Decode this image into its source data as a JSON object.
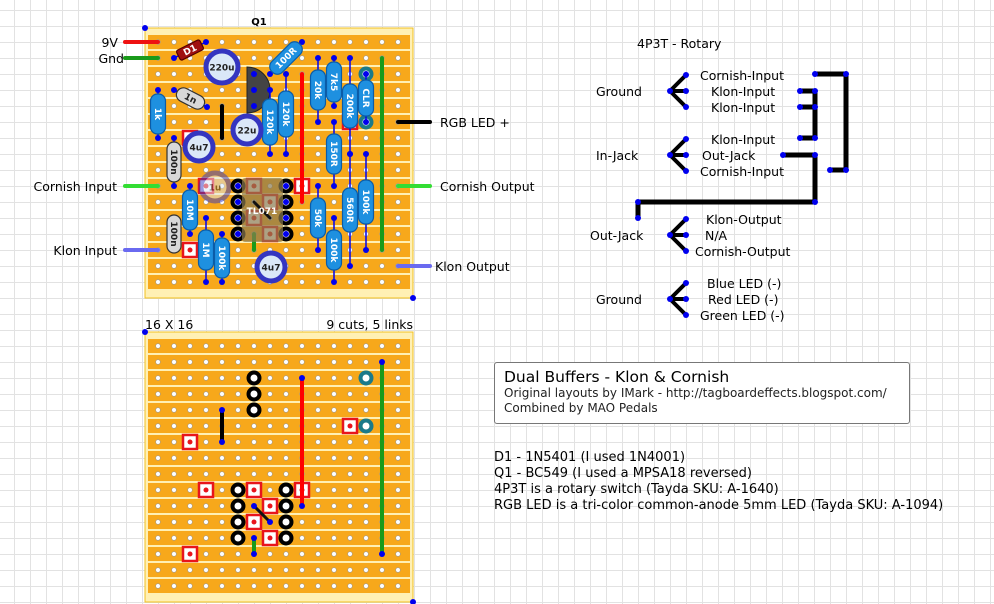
{
  "board_top": {
    "title": "Q1",
    "off_board_labels": {
      "nine_v": "9V",
      "gnd": "Gnd",
      "cornish_input": "Cornish Input",
      "klon_input": "Klon Input",
      "rgb_led_plus": "RGB LED +",
      "cornish_output": "Cornish Output",
      "klon_output": "Klon Output"
    },
    "components": {
      "d1": "D1",
      "c_220u": "220u",
      "r_100R": "100R",
      "c_1n": "1n",
      "r_1k": "1k",
      "c_22u": "22u",
      "r_120k_a": "120k",
      "r_120k_b": "120k",
      "r_20k": "20k",
      "r_7k5": "7k5",
      "r_200k": "200k",
      "led": "CLR",
      "c_4u7_a": "4u7",
      "c_100n_a": "100n",
      "r_150R": "150R",
      "c_1u": "1u",
      "ic": "TL071",
      "r_10M": "10M",
      "c_100n_b": "100n",
      "r_1M": "1M",
      "r_100k_a": "100k",
      "c_4u7_b": "4u7",
      "r_50k": "50k",
      "r_100k_b": "100k",
      "r_560R": "560R",
      "r_100k_c": "100k"
    }
  },
  "board_bottom": {
    "size_label": "16 X 16",
    "summary": "9 cuts, 5 links"
  },
  "colors": {
    "strip": "#F7A81B",
    "board": "#FFF0B4",
    "resistor": "#1E90E0",
    "cut": "#E8141C",
    "link_red": "#FF0000",
    "link_green": "#1A9A1A",
    "wire_blue": "#6A6AF0"
  },
  "rotary": {
    "title": "4P3T - Rotary",
    "groups": [
      {
        "common": "Ground",
        "positions": [
          "Cornish-Input",
          "Klon-Input",
          "Klon-Input"
        ]
      },
      {
        "common": "In-Jack",
        "positions": [
          "Klon-Input",
          "Out-Jack",
          "Cornish-Input"
        ]
      },
      {
        "common": "Out-Jack",
        "positions": [
          "Klon-Output",
          "N/A",
          "Cornish-Output"
        ]
      },
      {
        "common": "Ground",
        "positions": [
          "Blue LED (-)",
          "Red LED (-)",
          "Green LED (-)"
        ]
      }
    ]
  },
  "info": {
    "title": "Dual Buffers - Klon & Cornish",
    "credit": "Original layouts by IMark - http://tagboardeffects.blogspot.com/",
    "combined": "Combined by MAO Pedals"
  },
  "notes": [
    "D1 - 1N5401 (I used 1N4001)",
    "Q1 - BC549 (I used a MPSA18 reversed)",
    "4P3T is a rotary switch (Tayda SKU: A-1640)",
    "RGB LED is a tri-color common-anode 5mm LED (Tayda SKU: A-1094)"
  ]
}
